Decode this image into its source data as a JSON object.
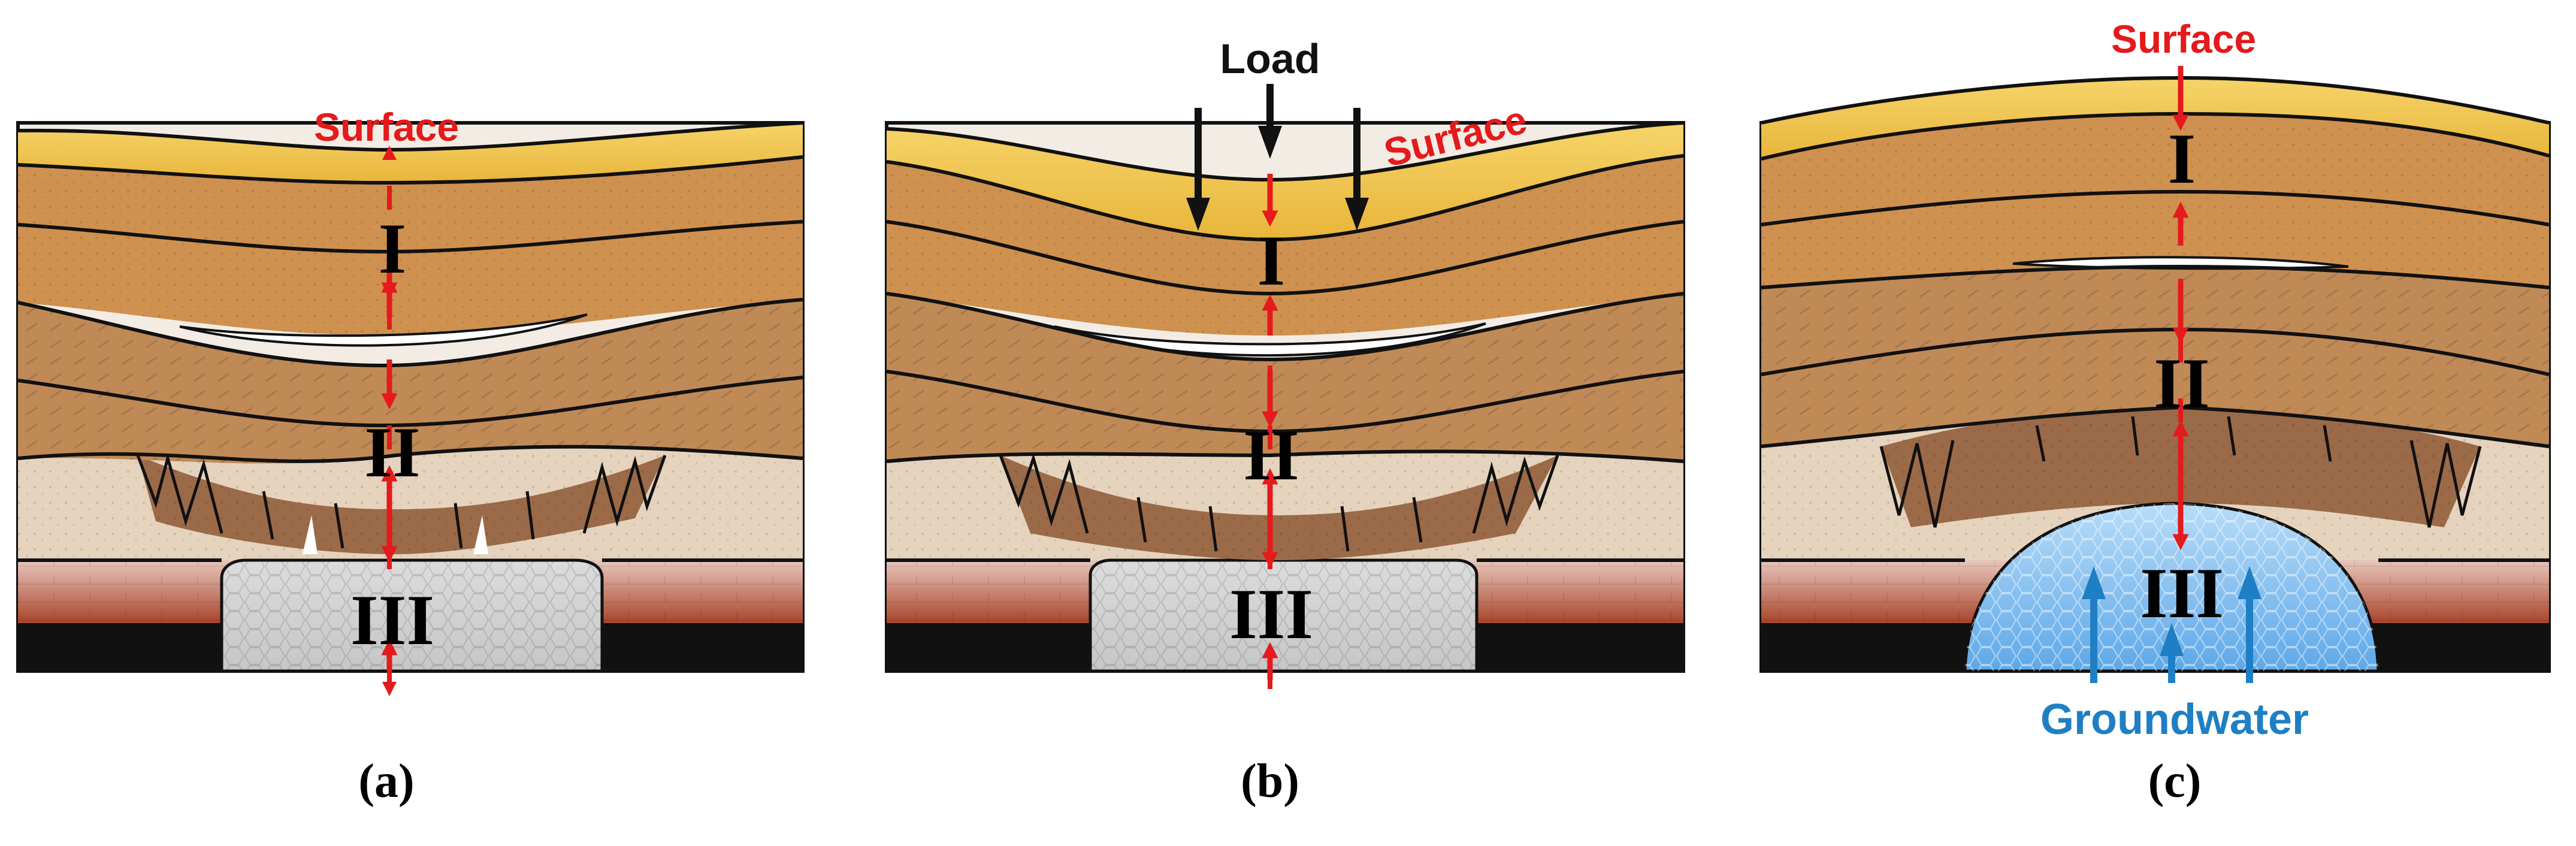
{
  "colors": {
    "surface_red": "#e41a1c",
    "groundwater_blue": "#1f7fc4",
    "topsoil": "#f1c04a",
    "soil_brown": "#c98a50",
    "cavity_grey": "#d2d2d2",
    "water_fill": "#8cc4f0",
    "bedrock_red": "#b4533a"
  },
  "panels": [
    {
      "caption": "(a)",
      "surface_label": "Surface",
      "zones": [
        "I",
        "II",
        "III"
      ],
      "cavity": "void",
      "load_label": "",
      "groundwater_label": ""
    },
    {
      "caption": "(b)",
      "surface_label": "Surface",
      "zones": [
        "I",
        "II",
        "III"
      ],
      "cavity": "void",
      "load_label": "Load",
      "groundwater_label": ""
    },
    {
      "caption": "(c)",
      "surface_label": "Surface",
      "zones": [
        "I",
        "II",
        "III"
      ],
      "cavity": "groundwater",
      "load_label": "",
      "groundwater_label": "Groundwater"
    }
  ]
}
